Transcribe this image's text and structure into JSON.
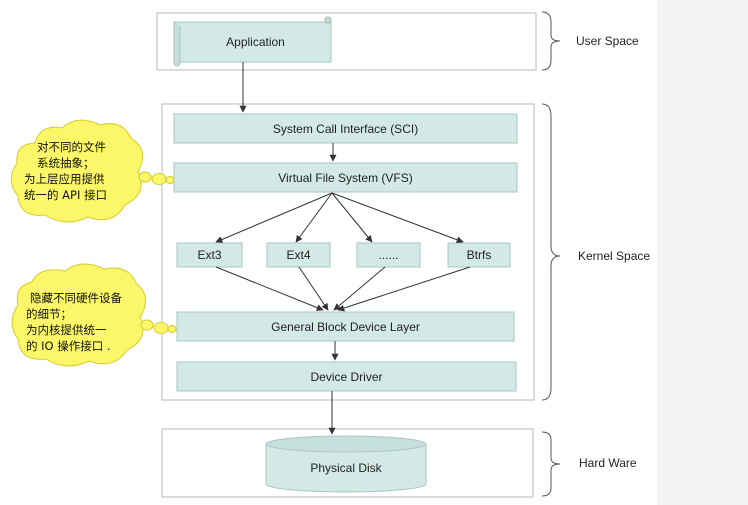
{
  "colors": {
    "box_fill": "#d3e9e6",
    "box_stroke": "#a9c6c2",
    "frame": "#b9b9b9",
    "callout_fill": "#fbf768",
    "callout_stroke": "#d7cb2c",
    "right_panel": "#f3f3f3"
  },
  "diagram": {
    "user_space": {
      "application": "Application",
      "label": "User Space"
    },
    "kernel_space": {
      "label": "Kernel Space",
      "sci": "System Call Interface (SCI)",
      "vfs": "Virtual File System (VFS)",
      "filesystems": [
        "Ext3",
        "Ext4",
        "......",
        "Btrfs"
      ],
      "block_layer": "General Block Device Layer",
      "device_driver": "Device Driver"
    },
    "hardware": {
      "disk": "Physical Disk",
      "label": "Hard Ware"
    }
  },
  "callouts": {
    "vfs_note": [
      "对不同的文件",
      "系统抽象；",
      "为上层应用提供",
      "统一的 API 接口"
    ],
    "block_note": [
      "隐藏不同硬件设备",
      "的细节；",
      "为内核提供统一",
      "的 IO 操作接口 ."
    ]
  }
}
